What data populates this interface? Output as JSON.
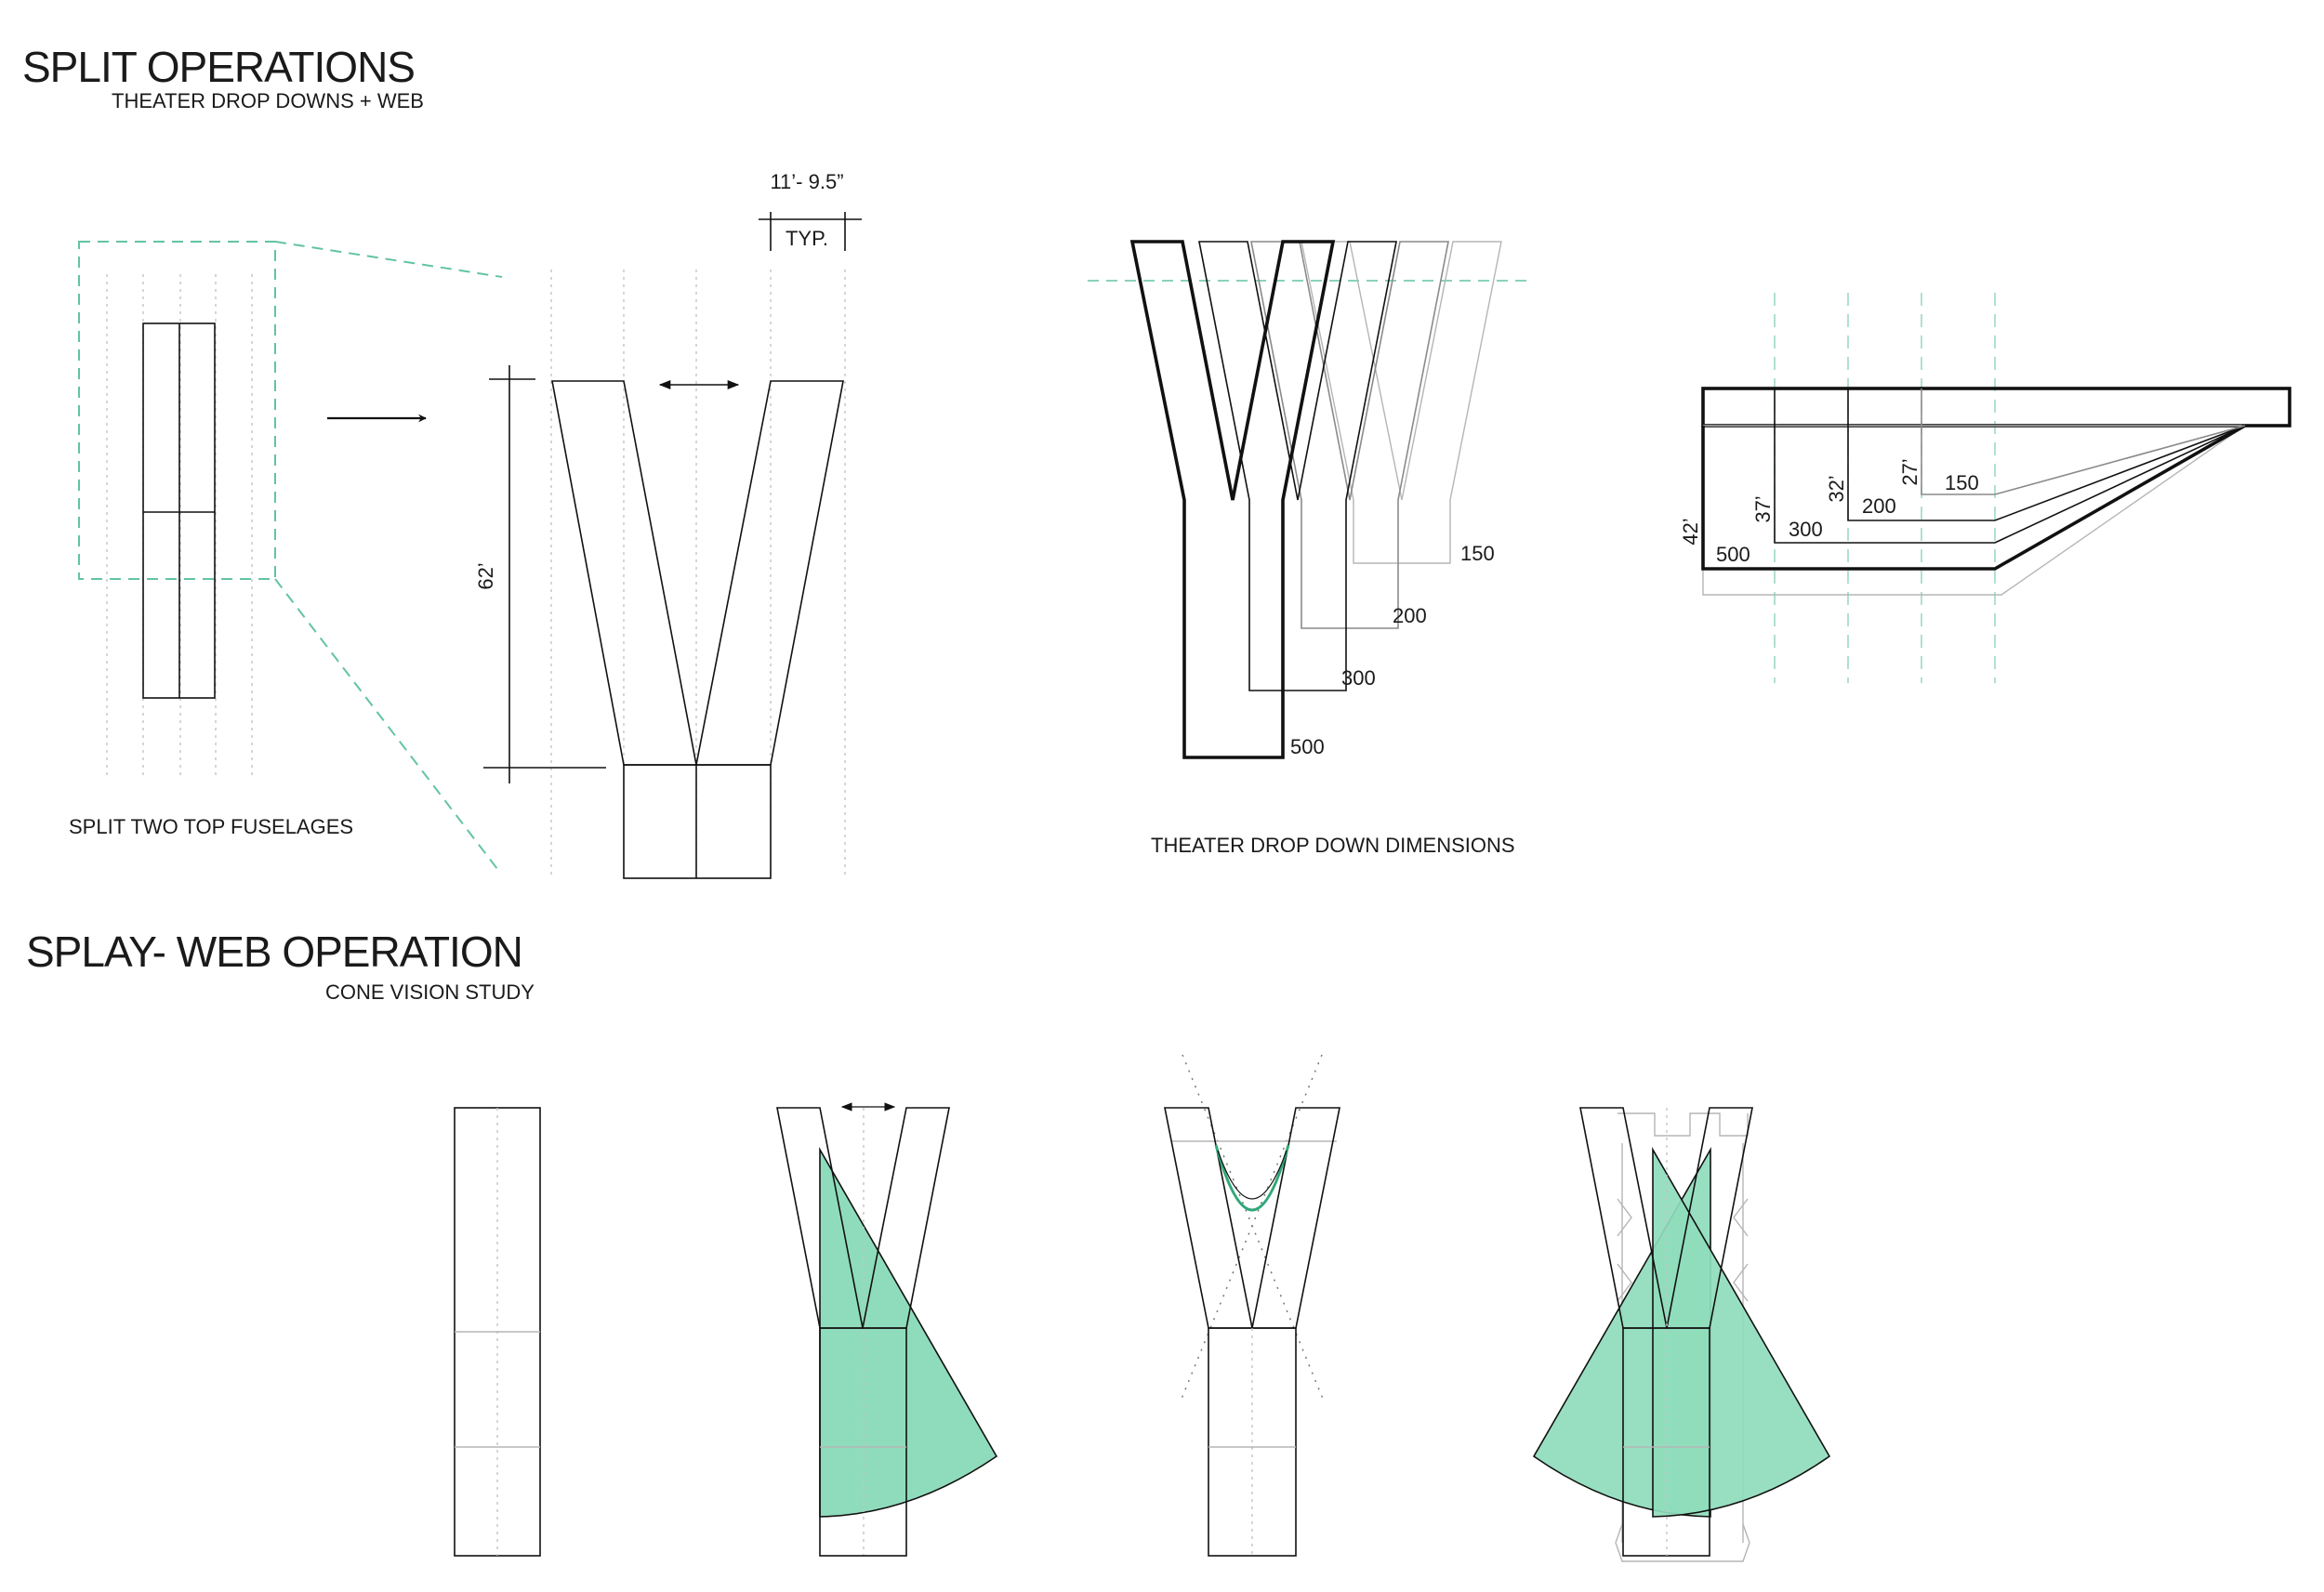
{
  "colors": {
    "accent_green": "#8fdcbc",
    "dashed_teal": "#63c4a0",
    "line": "#111111"
  },
  "section_split": {
    "title": "SPLIT OPERATIONS",
    "subtitle": "THEATER DROP DOWNS + WEB",
    "caption_fuselages": "SPLIT  TWO TOP FUSELAGES",
    "dim_width": "11’- 9.5”",
    "dim_typ": "TYP.",
    "dim_height": "62’",
    "caption_theater": "THEATER DROP DOWN DIMENSIONS",
    "plan_labels": [
      "150",
      "200",
      "300",
      "500"
    ],
    "section_labels": [
      "150",
      "200",
      "300",
      "500"
    ],
    "section_heights": [
      "27’",
      "32’",
      "37’",
      "42’"
    ]
  },
  "section_splay": {
    "title": "SPLAY- WEB OPERATION",
    "subtitle": "CONE VISION STUDY"
  }
}
